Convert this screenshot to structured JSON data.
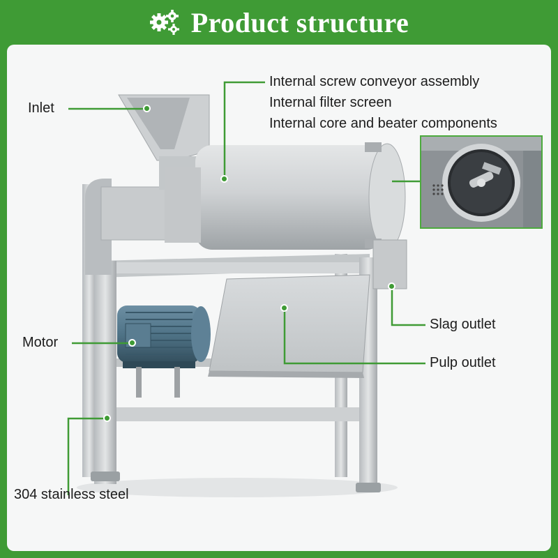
{
  "header": {
    "title": "Product structure",
    "icon": "gears-icon"
  },
  "labels": {
    "inlet": "Inlet",
    "internal_screw": "Internal screw conveyor assembly",
    "internal_filter": "Internal filter screen",
    "internal_core": "Internal core and beater components",
    "slag_outlet": "Slag outlet",
    "motor": "Motor",
    "pulp_outlet": "Pulp outlet",
    "material": "304 stainless steel"
  },
  "colors": {
    "brand_green": "#3f9b35",
    "callout_line": "#3f9b35",
    "panel_bg": "#f6f7f7",
    "steel": "#c9ccce",
    "motor_blue": "#4f7387"
  }
}
